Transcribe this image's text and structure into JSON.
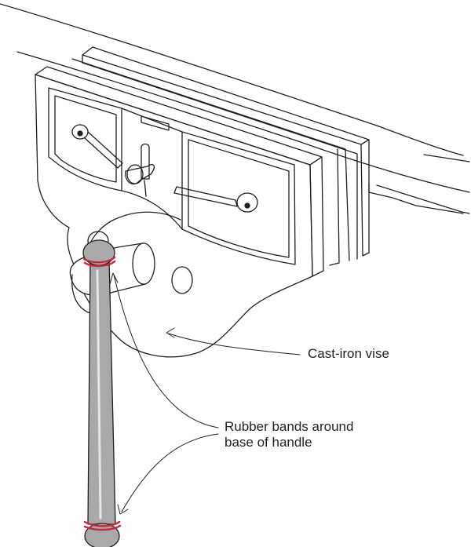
{
  "callouts": {
    "vise": "Cast-iron vise",
    "bands_line1": "Rubber bands around",
    "bands_line2": "base of handle"
  },
  "colors": {
    "ink": "#231f20",
    "rubber_band": "#c8283c",
    "handle_fill": "#a9a9ab",
    "shadow_fill": "#e6e6e6"
  }
}
